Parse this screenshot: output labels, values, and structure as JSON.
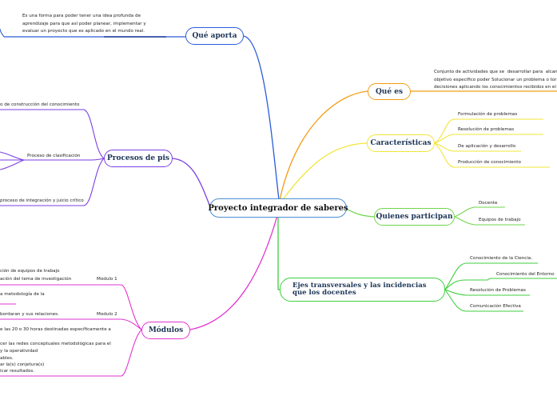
{
  "central": {
    "label": "Proyecto integrador de saberes"
  },
  "colors": {
    "que_aporta": "#2a5bd7",
    "que_es": "#f39c12",
    "caracteristicas": "#f1e53a",
    "quienes": "#6fd64a",
    "ejes": "#3fcf3f",
    "procesos": "#7b3fe4",
    "modulos": "#e234d0"
  },
  "branches": {
    "que_aporta": {
      "label": "Qué  aporta",
      "detail": "Es una forma para poder tener una idea profunda de\naprendizaje para que así poder planear, implementar y\nevaluar un proyecto que es aplicado en el mundo real."
    },
    "que_es": {
      "label": "Qué  es",
      "detail": "Conjunto de actividades que se  desarrollar para  alcan\nobjetivo específico poder Solucionar un problema o tor\ndecisiones aplicando los conocimientos recibidos en el"
    },
    "caracteristicas": {
      "label": "Características",
      "items": [
        "Formulación de problemas",
        "Resolución de problemas",
        "De aplicación y desarrollo",
        "Producción de conocimiento"
      ]
    },
    "quienes": {
      "label": "Quienes participan",
      "items": [
        "Docente",
        "Equipos de trabajo"
      ]
    },
    "ejes": {
      "label": "Ejes transversales y las incidencias que los docentes",
      "items": [
        "Conocimiento de la Ciencia.",
        "Conocimiento del Entorno",
        "Resolución de Problemas",
        "Comunicación Efectiva"
      ]
    },
    "procesos": {
      "label": "Procesos de pis",
      "items": [
        "o de construcción del conocimiento",
        "Proceso de clasificación",
        "proceso de integración y juicio crítico"
      ]
    },
    "modulos": {
      "label": "Módulos",
      "modulo1": "Modulo 1",
      "modulo2": "Modulo 2",
      "texts": [
        "ción de equipos de trabajo",
        "ación del tema de investigación",
        "a metodología de la",
        "bordaran y sus relaciones.",
        "e las 20 o 30 horas destinadas específicamente a",
        "cer las redes conceptuales metodológicas para el",
        "y la operatividad",
        "ables.",
        "ar la(s) conjetura(s)",
        "icar resultados."
      ]
    }
  }
}
